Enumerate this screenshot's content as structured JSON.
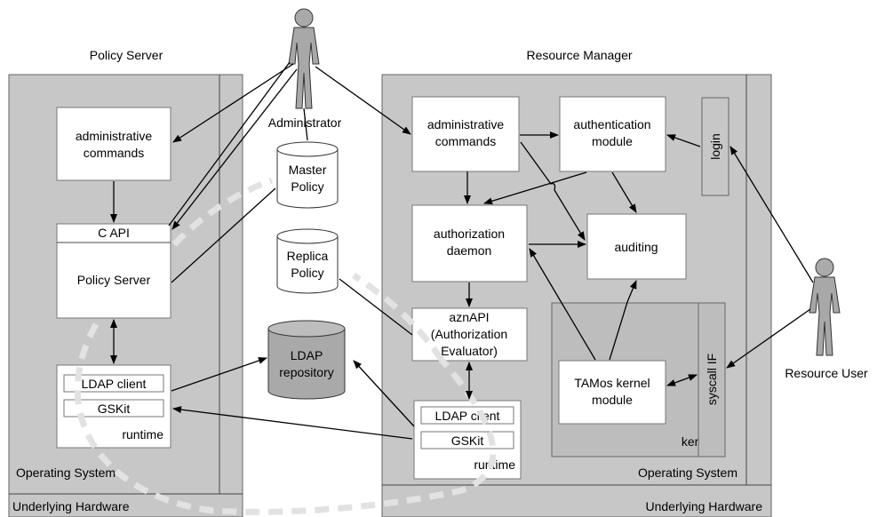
{
  "labels": {
    "policy_server_title": "Policy Server",
    "resource_manager_title": "Resource Manager",
    "administrator": "Administrator",
    "resource_user": "Resource User",
    "underlying_hardware_left": "Underlying Hardware",
    "underlying_hardware_right": "Underlying Hardware",
    "operating_system_left": "Operating System",
    "operating_system_right": "Operating System",
    "kernel": "kernel"
  },
  "left": {
    "admin_commands": [
      "administrative",
      "commands"
    ],
    "c_api": "C API",
    "policy_server": "Policy Server",
    "ldap_client": "LDAP client",
    "gskit": "GSKit",
    "runtime": "runtime"
  },
  "middle": {
    "master_policy": [
      "Master",
      "Policy"
    ],
    "replica_policy": [
      "Replica",
      "Policy"
    ],
    "ldap_repository": [
      "LDAP",
      "repository"
    ]
  },
  "right": {
    "admin_commands": [
      "administrative",
      "commands"
    ],
    "auth_module": [
      "authentication",
      "module"
    ],
    "login": "login",
    "authz_daemon": [
      "authorization",
      "daemon"
    ],
    "auditing": "auditing",
    "aznapi": [
      "aznAPI",
      "(Authorization",
      "Evaluator)"
    ],
    "syscall_if": "syscall IF",
    "tamos_kernel": [
      "TAMos kernel",
      "module"
    ],
    "ldap_client": "LDAP client",
    "gskit": "GSKit",
    "runtime": "runtime"
  }
}
